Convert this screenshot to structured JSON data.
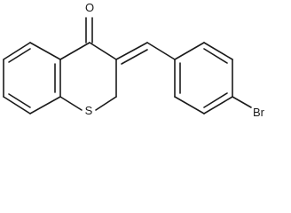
{
  "labels": {
    "oxygen": "O",
    "sulfur": "S",
    "bromine": "Br"
  }
}
